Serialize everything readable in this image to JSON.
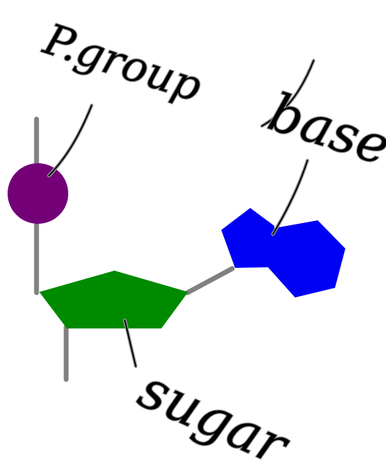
{
  "diagram": {
    "labels": {
      "phosphate": "P.group",
      "base": "base",
      "sugar": "sugar"
    },
    "colors": {
      "phosphate": "#730077",
      "sugar": "#008a00",
      "base": "#0000f5",
      "bond": "#808080",
      "ink": "#000000"
    }
  }
}
